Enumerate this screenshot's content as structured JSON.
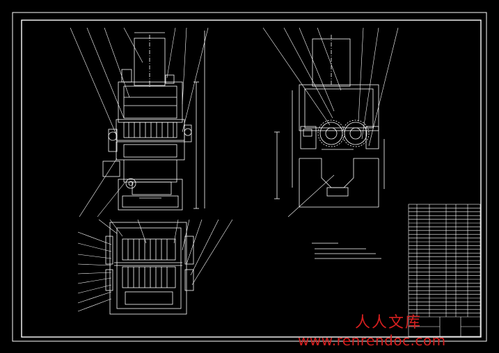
{
  "watermark": {
    "brand_cn": "人人文库",
    "url": "www.renrendoc.com"
  },
  "colors": {
    "background": "#000000",
    "linework": "#ffffff",
    "watermark": "#d41f1f"
  },
  "drawing": {
    "views": [
      "front-view",
      "side-view",
      "top-view"
    ],
    "parts_list_rows": 30
  }
}
